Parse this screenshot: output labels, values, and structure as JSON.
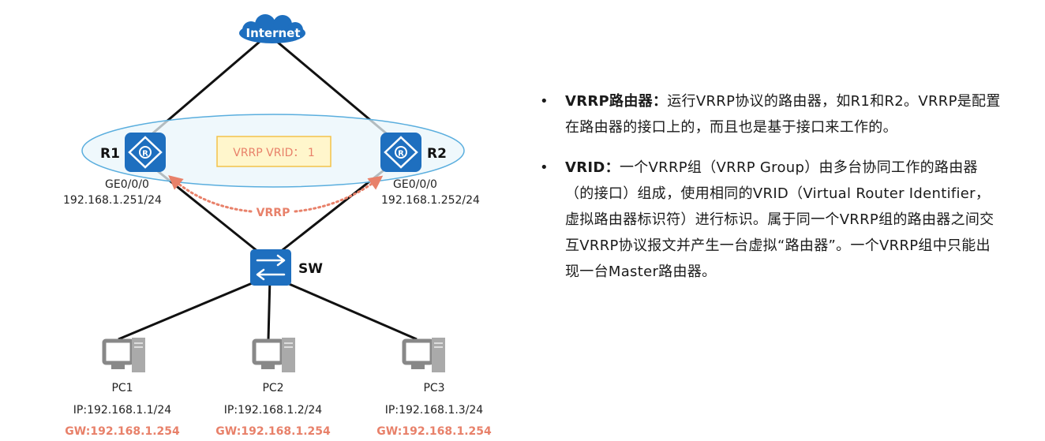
{
  "colors": {
    "router_blue": "#1e6fbf",
    "vrrp_accent": "#e8816a",
    "vrid_box_fill": "#fff6cc",
    "vrid_box_border": "#f3c24a",
    "ellipse_stroke": "#5aaede",
    "ellipse_fill": "#eaf5fb"
  },
  "diagram": {
    "internet": {
      "label": "Internet",
      "icon": "cloud-icon"
    },
    "r1": {
      "label": "R1",
      "icon": "router-icon",
      "interface": "GE0/0/0",
      "ip": "192.168.1.251/24"
    },
    "r2": {
      "label": "R2",
      "icon": "router-icon",
      "interface": "GE0/0/0",
      "ip": "192.168.1.252/24"
    },
    "vrid_box": {
      "text": "VRRP VRID： 1"
    },
    "vrrp_label": "VRRP",
    "switch": {
      "label": "SW",
      "icon": "switch-icon"
    },
    "pcs": [
      {
        "name": "PC1",
        "ip": "IP:192.168.1.1/24",
        "gw": "GW:192.168.1.254",
        "icon": "pc-icon"
      },
      {
        "name": "PC2",
        "ip": "IP:192.168.1.2/24",
        "gw": "GW:192.168.1.254",
        "icon": "pc-icon"
      },
      {
        "name": "PC3",
        "ip": "IP:192.168.1.3/24",
        "gw": "GW:192.168.1.254",
        "icon": "pc-icon"
      }
    ]
  },
  "bullets": [
    {
      "term": "VRRP路由器：",
      "text": "运行VRRP协议的路由器，如R1和R2。VRRP是配置在路由器的接口上的，而且也是基于接口来工作的。"
    },
    {
      "term": "VRID：",
      "text": "一个VRRP组（VRRP Group）由多台协同工作的路由器（的接口）组成，使用相同的VRID（Virtual Router Identifier，虚拟路由器标识符）进行标识。属于同一个VRRP组的路由器之间交互VRRP协议报文并产生一台虚拟“路由器”。一个VRRP组中只能出现一台Master路由器。"
    }
  ]
}
